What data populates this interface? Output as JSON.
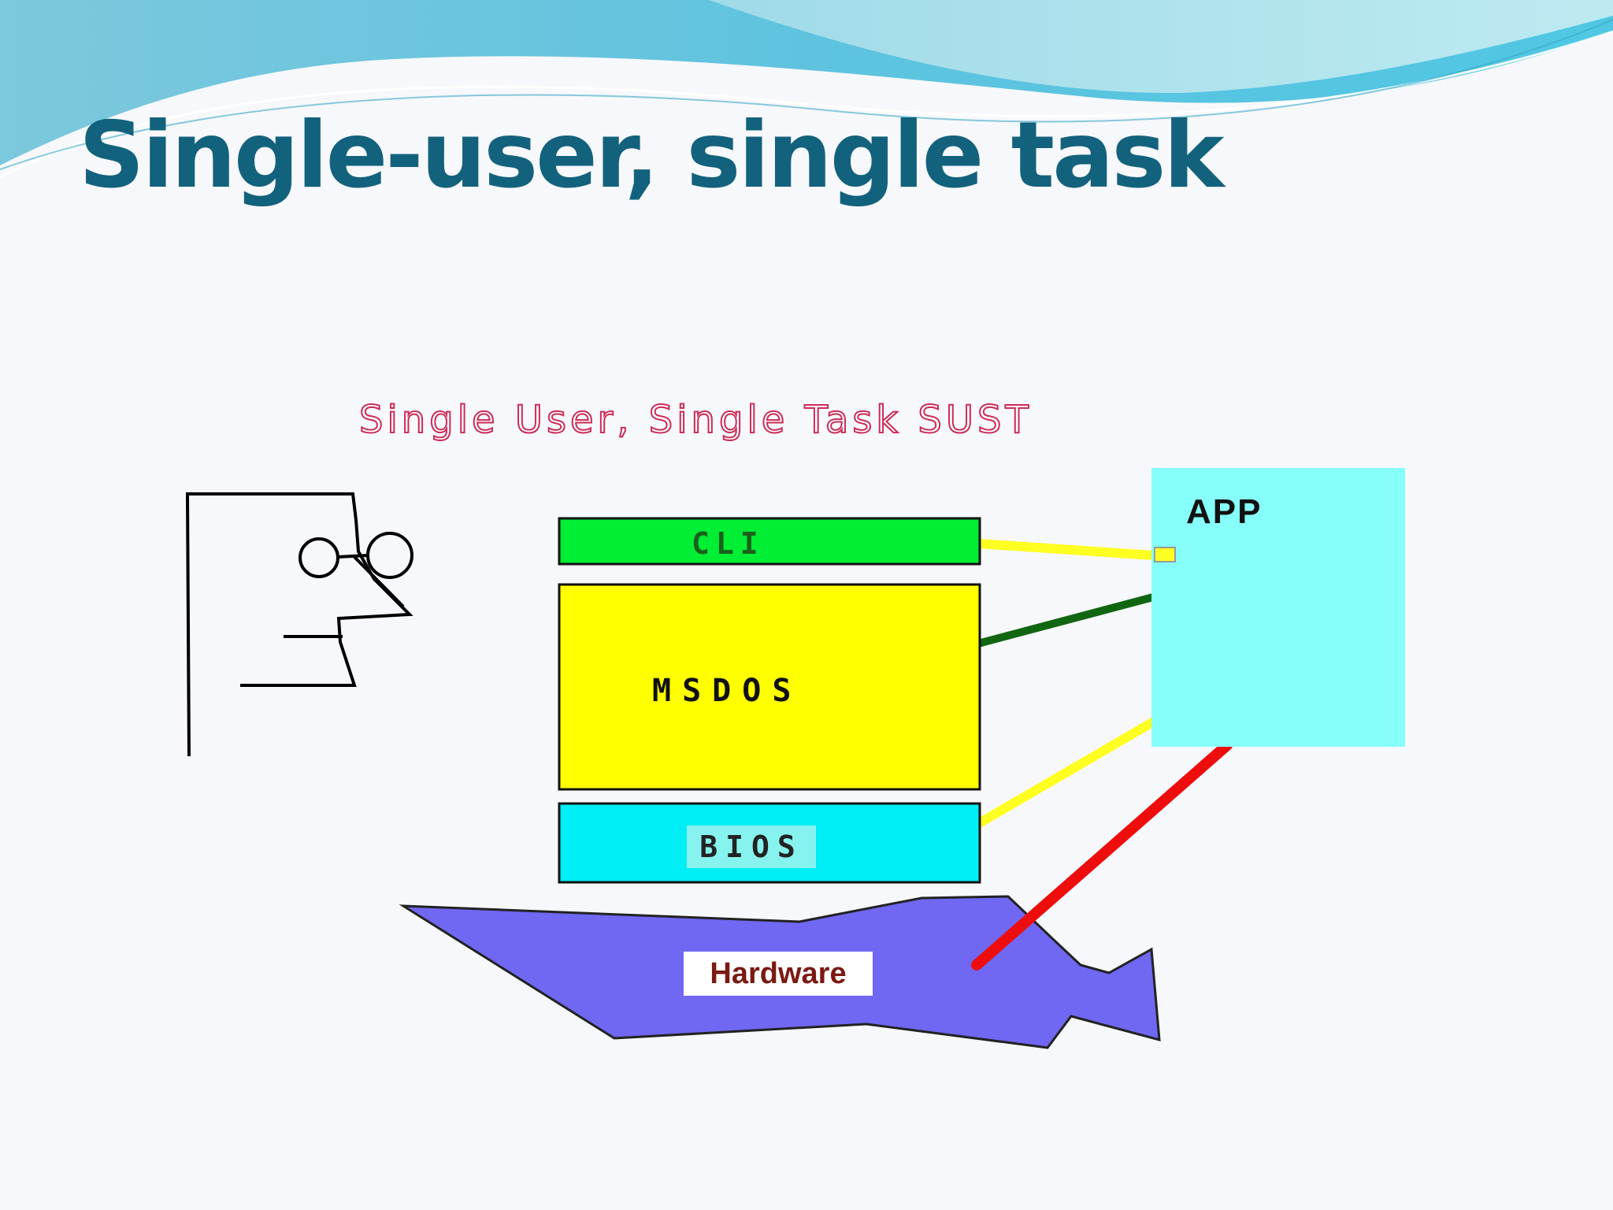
{
  "slide": {
    "title": "Single-user, single task",
    "diagram_title": "Single User, Single Task  SUST"
  },
  "diagram": {
    "cli_label": "CLI",
    "msdos_label": "MSDOS",
    "bios_label": "BIOS",
    "app_label": "APP",
    "hardware_label": "Hardware"
  },
  "colors": {
    "title": "#13627d",
    "diagram_title_stroke": "#cc2b57",
    "cli": "#00ee33",
    "msdos": "#ffff00",
    "bios": "#00eef5",
    "app": "#86fffb",
    "hardware": "#7067f2",
    "link_yellow": "#ffff22",
    "link_green": "#116611",
    "link_red": "#ee0d0d"
  }
}
